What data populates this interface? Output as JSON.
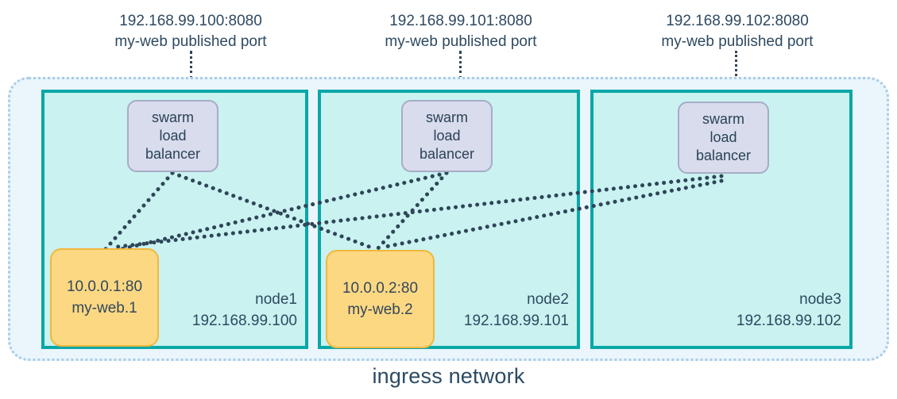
{
  "diagram": {
    "title": "ingress network",
    "callouts": [
      {
        "address": "192.168.99.100:8080",
        "description": "my-web published port"
      },
      {
        "address": "192.168.99.101:8080",
        "description": "my-web published port"
      },
      {
        "address": "192.168.99.102:8080",
        "description": "my-web published port"
      }
    ],
    "nodes": [
      {
        "name": "node1",
        "ip": "192.168.99.100"
      },
      {
        "name": "node2",
        "ip": "192.168.99.101"
      },
      {
        "name": "node3",
        "ip": "192.168.99.102"
      }
    ],
    "load_balancers": [
      {
        "l1": "swarm",
        "l2": "load",
        "l3": "balancer"
      },
      {
        "l1": "swarm",
        "l2": "load",
        "l3": "balancer"
      },
      {
        "l1": "swarm",
        "l2": "load",
        "l3": "balancer"
      }
    ],
    "tasks": [
      {
        "address": "10.0.0.1:80",
        "name": "my-web.1"
      },
      {
        "address": "10.0.0.2:80",
        "name": "my-web.2"
      }
    ],
    "colors": {
      "ingress_fill": "#eaf5fc",
      "ingress_border": "#a9cde5",
      "node_fill": "#c9f2f0",
      "node_border": "#0aa7a7",
      "lb_fill": "#d8dced",
      "lb_border": "#a6adc6",
      "task_fill": "#fcd883",
      "task_border": "#f2b73c",
      "text": "#2e4a62",
      "mesh_line": "#2f4558"
    }
  }
}
